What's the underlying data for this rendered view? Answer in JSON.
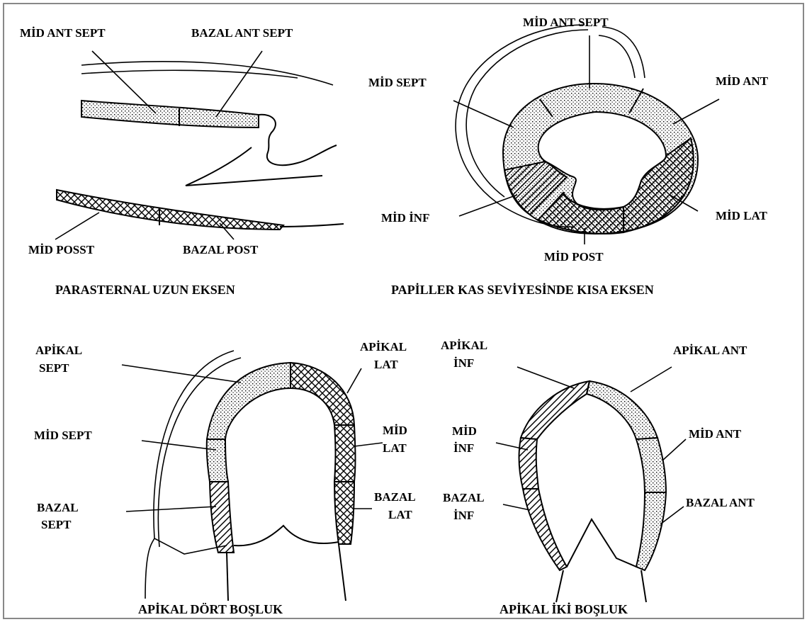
{
  "colors": {
    "background": "#ffffff",
    "line": "#000000",
    "frame": "#777777"
  },
  "parasternal": {
    "caption": "PARASTERNAL UZUN EKSEN",
    "labels": {
      "mid_ant_sept": "MİD ANT SEPT",
      "bazal_ant_sept": "BAZAL ANT SEPT",
      "mid_posst": "MİD POSST",
      "bazal_post": "BAZAL POST"
    }
  },
  "short_axis": {
    "caption": "PAPİLLER KAS SEVİYESİNDE KISA EKSEN",
    "labels": {
      "mid_ant_sept": "MİD ANT SEPT",
      "mid_sept": "MİD SEPT",
      "mid_ant": "MİD ANT",
      "mid_lat": "MİD LAT",
      "mid_inf": "MİD İNF",
      "mid_post": "MİD POST"
    }
  },
  "four_chamber": {
    "caption": "APİKAL DÖRT BOŞLUK",
    "labels": {
      "apikal_sept_1": "APİKAL",
      "apikal_sept_2": "SEPT",
      "apikal_lat_1": "APİKAL",
      "apikal_lat_2": "LAT",
      "mid_sept": "MİD SEPT",
      "mid_lat_1": "MİD",
      "mid_lat_2": "LAT",
      "bazal_sept_1": "BAZAL",
      "bazal_sept_2": "SEPT",
      "bazal_lat_1": "BAZAL",
      "bazal_lat_2": "LAT"
    }
  },
  "two_chamber": {
    "caption": "APİKAL İKİ BOŞLUK",
    "labels": {
      "apikal_inf_1": "APİKAL",
      "apikal_inf_2": "İNF",
      "apikal_ant": "APİKAL ANT",
      "mid_inf_1": "MİD",
      "mid_inf_2": "İNF",
      "mid_ant": "MİD ANT",
      "bazal_inf_1": "BAZAL",
      "bazal_inf_2": "İNF",
      "bazal_ant": "BAZAL ANT"
    }
  }
}
